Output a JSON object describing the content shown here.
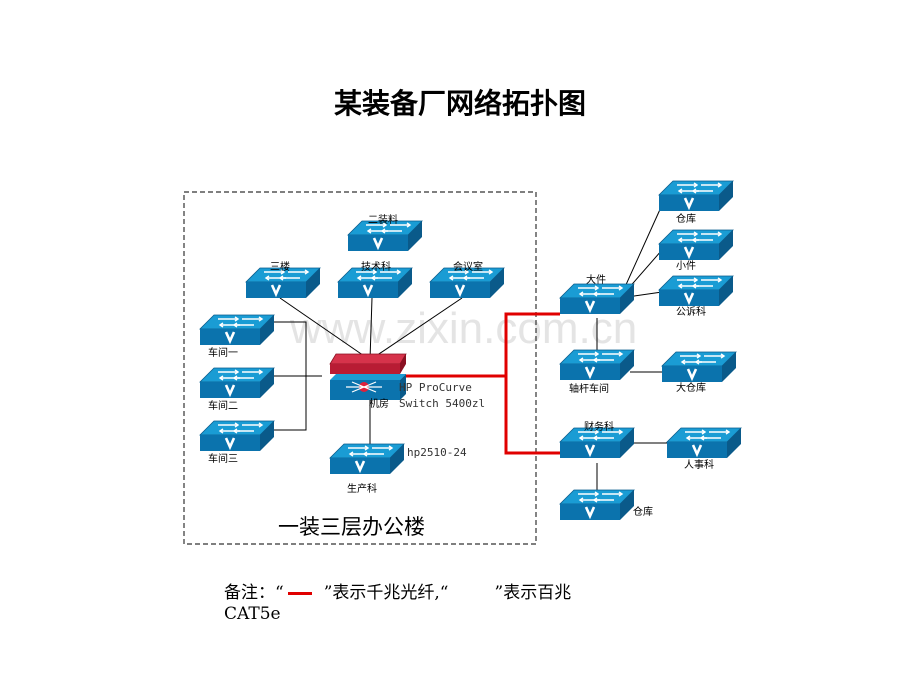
{
  "title": "某装备厂网络拓扑图",
  "watermark": "www.zixin.com.cn",
  "building_label": "一装三层办公楼",
  "core_switch": {
    "room_label": "机房",
    "model_line1": "HP ProCurve",
    "model_line2": "Switch 5400zl"
  },
  "edge_switch_model": "hp2510-24",
  "switches": {
    "erzhuang": "二装料",
    "sanlou": "三楼",
    "jishu": "技术科",
    "huiyi": "会议室",
    "chejian1": "车间一",
    "chejian2": "车间二",
    "chejian3": "车间三",
    "shengchan": "生产科",
    "dajian": "大件",
    "cangku_top": "仓库",
    "xiaojian": "小件",
    "gongsu": "公诉科",
    "zhougan": "轴杆车间",
    "dacangku": "大仓库",
    "caiwu": "财务科",
    "renshi": "人事科",
    "cangku_bottom": "仓库"
  },
  "legend": {
    "prefix": "备注：“",
    "fiber_text": "”表示千兆光纤,“",
    "copper_text": "”表示百兆",
    "line2": "CAT5e"
  },
  "colors": {
    "fiber": "#e00000",
    "copper": "#000000",
    "switch_top": "#1a9cd4",
    "switch_side": "#0b6fa8",
    "core": "#c8203a"
  }
}
